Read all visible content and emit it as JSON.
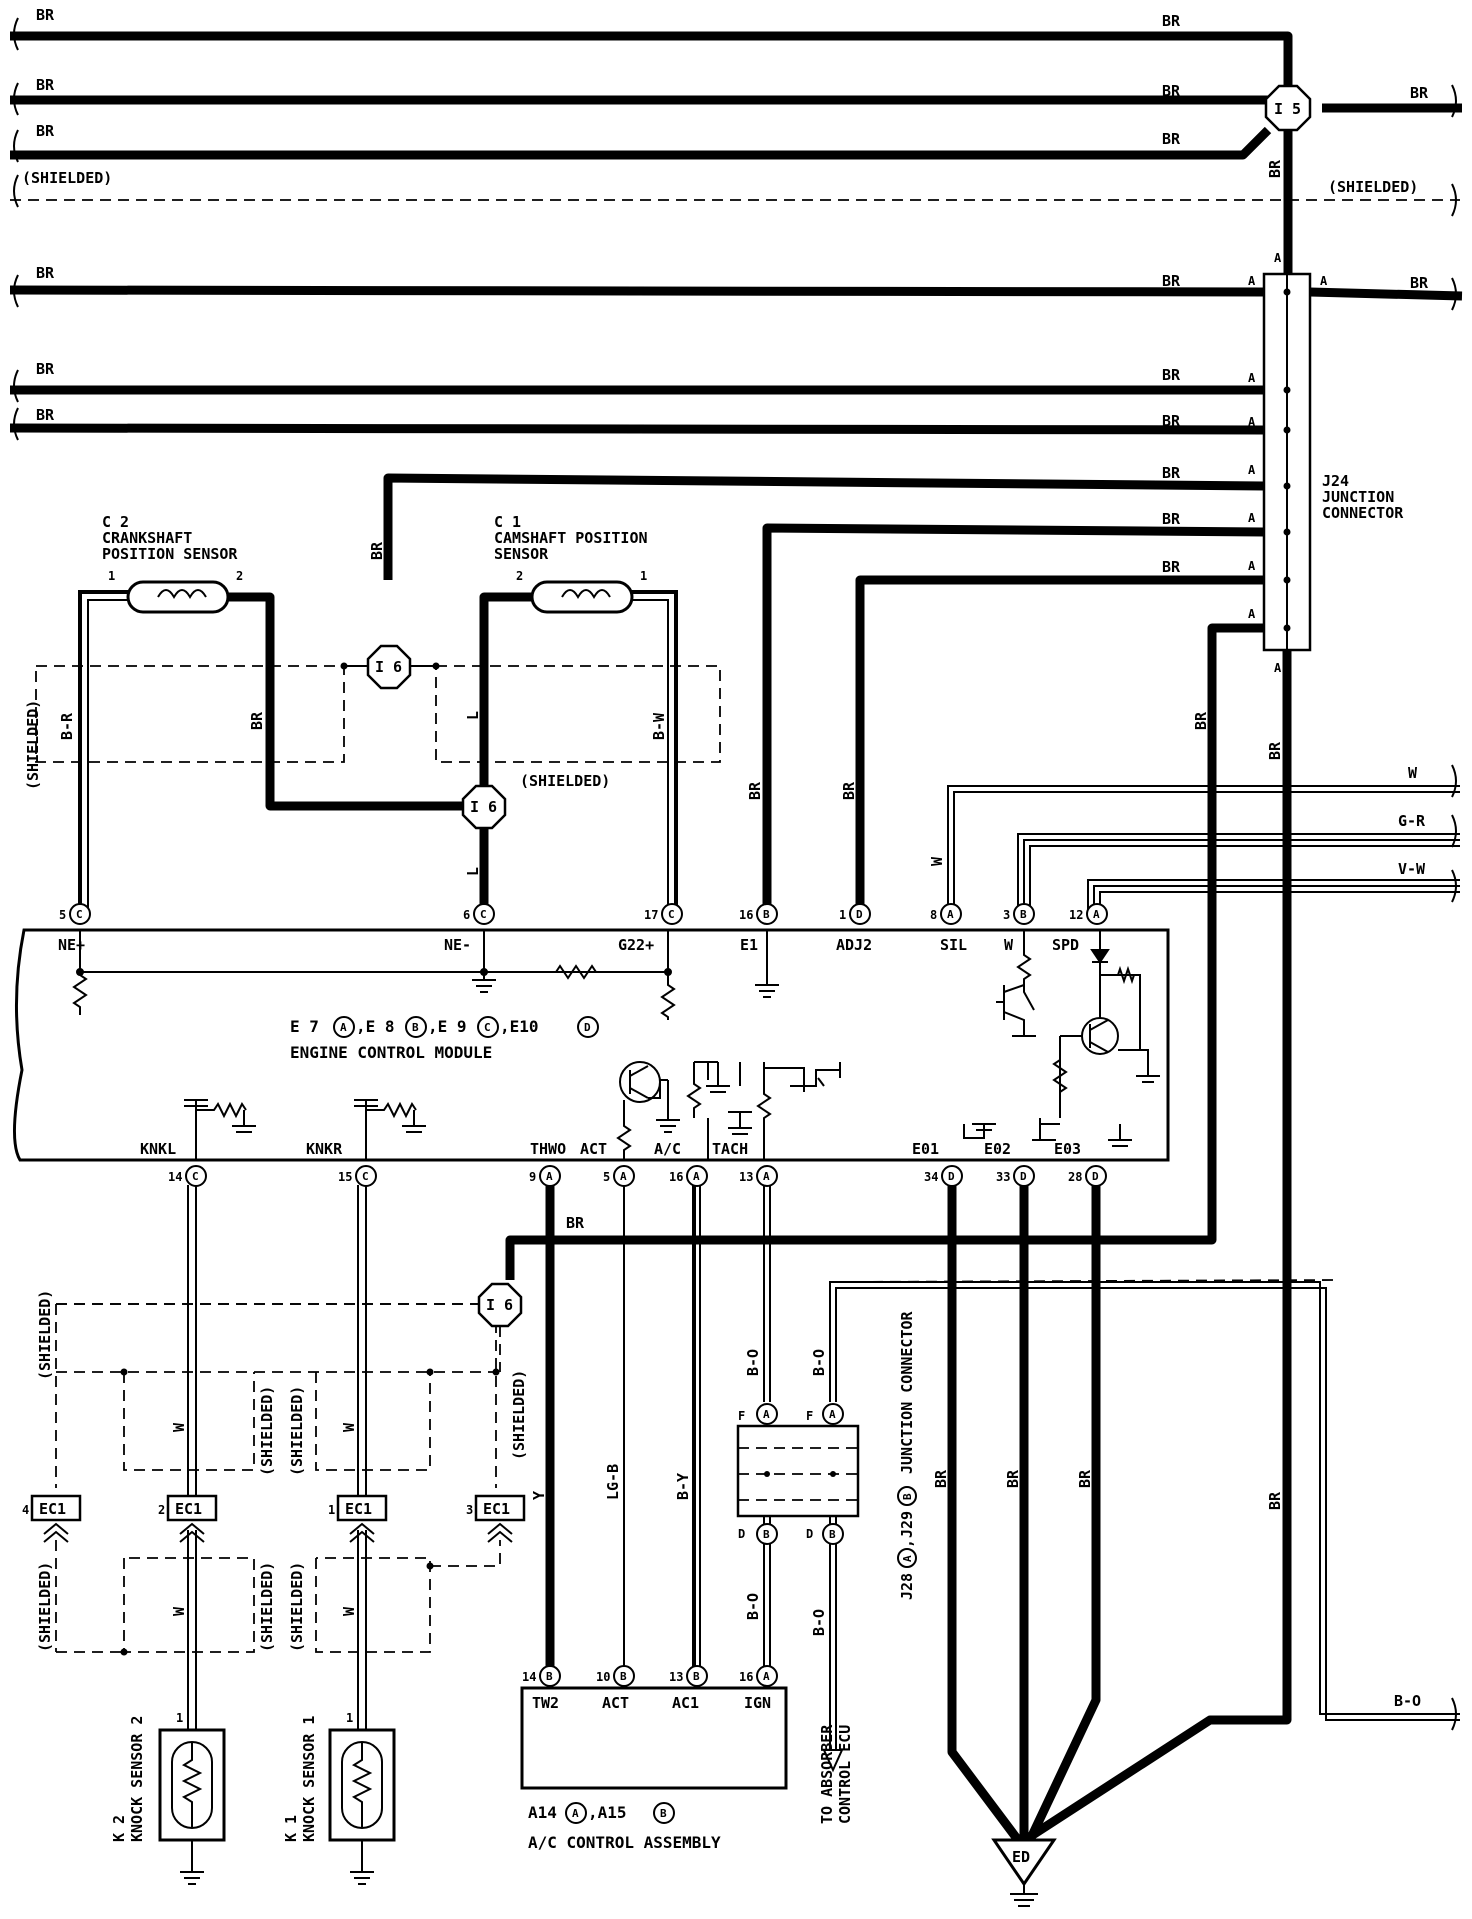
{
  "wires": {
    "br": "BR",
    "shielded": "(SHIELDED)",
    "b_r": "B-R",
    "l": "L",
    "b_w": "B-W",
    "w": "W",
    "g_r": "G-R",
    "v_w": "V-W",
    "b_o": "B-O",
    "lg_b": "LG-B",
    "b_y": "B-Y",
    "y": "Y"
  },
  "splices": {
    "i5": "I 5",
    "i6": "I 6"
  },
  "pins": {
    "a": "A",
    "b": "B",
    "c": "C",
    "d": "D",
    "f": "F"
  },
  "connectors": {
    "j24": {
      "id": "J24",
      "line1": "JUNCTION",
      "line2": "CONNECTOR"
    },
    "j28": {
      "id": "J28",
      "sep": ",",
      "id2": "J29",
      "name": "JUNCTION CONNECTOR"
    },
    "ec1": "EC1"
  },
  "sensors": {
    "c2": {
      "id": "C 2",
      "line1": "CRANKSHAFT",
      "line2": "POSITION SENSOR"
    },
    "c1": {
      "id": "C 1",
      "line1": "CAMSHAFT POSITION",
      "line2": "SENSOR"
    },
    "k2": {
      "id": "K 2",
      "name": "KNOCK SENSOR 2"
    },
    "k1": {
      "id": "K 1",
      "name": "KNOCK SENSOR 1"
    }
  },
  "ecm": {
    "name": "ENGINE CONTROL MODULE",
    "codes": {
      "e7": "E 7",
      "e8": ",E 8",
      "e9": ",E 9",
      "e10": ",E10"
    },
    "top_terminals": [
      {
        "num": "5",
        "pin": "C",
        "name": "NE+"
      },
      {
        "num": "6",
        "pin": "C",
        "name": "NE-"
      },
      {
        "num": "17",
        "pin": "C",
        "name": "G22+"
      },
      {
        "num": "16",
        "pin": "B",
        "name": "E1"
      },
      {
        "num": "1",
        "pin": "D",
        "name": "ADJ2"
      },
      {
        "num": "8",
        "pin": "A",
        "name": "SIL"
      },
      {
        "num": "3",
        "pin": "B",
        "name": "W"
      },
      {
        "num": "12",
        "pin": "A",
        "name": "SPD"
      }
    ],
    "bottom_terminals": [
      {
        "num": "14",
        "pin": "C",
        "name": "KNKL"
      },
      {
        "num": "15",
        "pin": "C",
        "name": "KNKR"
      },
      {
        "num": "9",
        "pin": "A",
        "name": "THWO"
      },
      {
        "num": "5",
        "pin": "A",
        "name": "ACT"
      },
      {
        "num": "16",
        "pin": "A",
        "name": "A/C"
      },
      {
        "num": "13",
        "pin": "A",
        "name": "TACH"
      },
      {
        "num": "34",
        "pin": "D",
        "name": "E01"
      },
      {
        "num": "33",
        "pin": "D",
        "name": "E02"
      },
      {
        "num": "28",
        "pin": "D",
        "name": "E03"
      }
    ]
  },
  "ac_assembly": {
    "name": "A/C CONTROL ASSEMBLY",
    "code1": "A14",
    "code2": ",A15",
    "terminals": [
      {
        "num": "14",
        "pin": "B",
        "name": "TW2"
      },
      {
        "num": "10",
        "pin": "B",
        "name": "ACT"
      },
      {
        "num": "13",
        "pin": "B",
        "name": "AC1"
      },
      {
        "num": "16",
        "pin": "A",
        "name": "IGN"
      }
    ]
  },
  "ec1_numbers": [
    "4",
    "2",
    "1",
    "3"
  ],
  "absorber": {
    "line1": "TO ABSORBER",
    "line2": "CONTROL ECU"
  },
  "ground": "ED",
  "numbers": {
    "n1": "1",
    "n2": "2"
  }
}
